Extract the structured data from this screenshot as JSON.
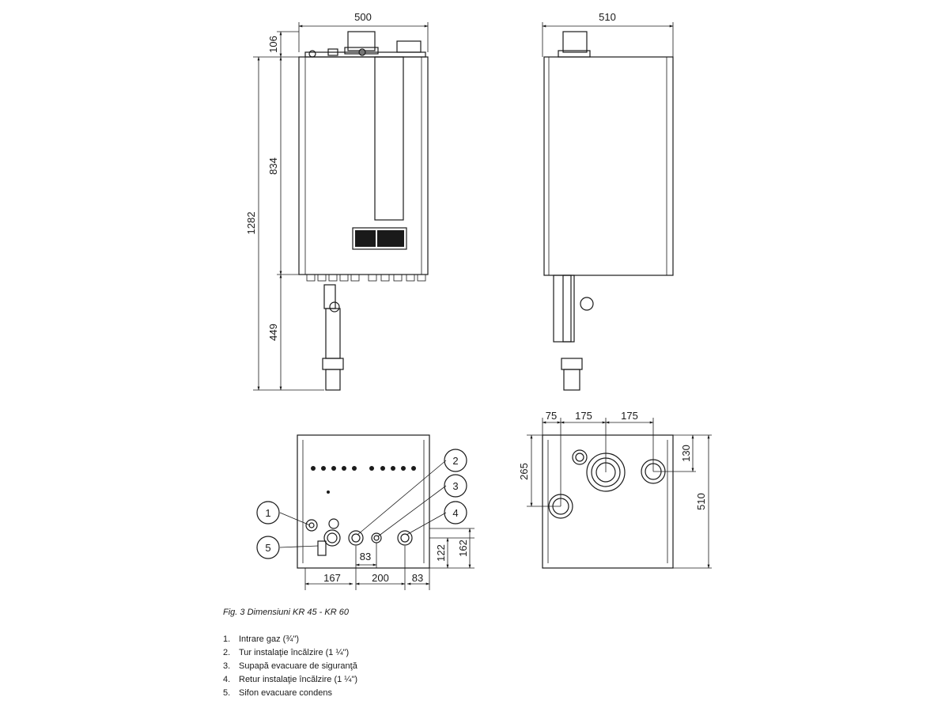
{
  "dimensions": {
    "front_width": "500",
    "front_flue_height": "106",
    "front_body_height": "834",
    "front_total_height": "1282",
    "front_bottom_height": "449",
    "side_depth": "510",
    "bottom_dim_167": "167",
    "bottom_dim_200": "200",
    "bottom_dim_83_a": "83",
    "bottom_dim_83_b": "83",
    "bottom_dim_122": "122",
    "bottom_dim_162": "162",
    "top_dim_75": "75",
    "top_dim_175_a": "175",
    "top_dim_175_b": "175",
    "top_dim_130": "130",
    "top_dim_265": "265",
    "top_dim_510": "510"
  },
  "callouts": [
    "1",
    "2",
    "3",
    "4",
    "5"
  ],
  "caption": "Fig. 3 Dimensiuni KR 45 - KR 60",
  "legend": [
    {
      "num": "1.",
      "text": "Intrare gaz (¾\")"
    },
    {
      "num": "2.",
      "text": "Tur instalaţie încălzire (1 ¼\")"
    },
    {
      "num": "3.",
      "text": "Supapă evacuare de siguranţă"
    },
    {
      "num": "4.",
      "text": "Retur instalaţie încălzire (1 ¼\")"
    },
    {
      "num": "5.",
      "text": "Sifon evacuare condens"
    }
  ]
}
